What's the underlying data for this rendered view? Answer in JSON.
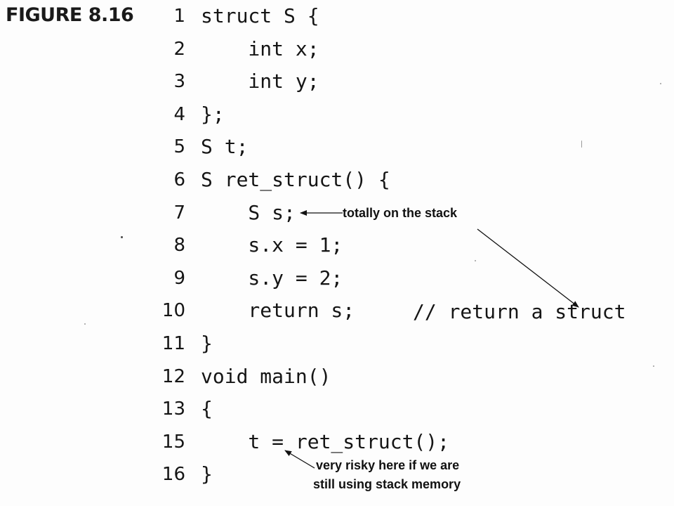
{
  "figure_label": "FIGURE 8.16",
  "code_lines": [
    {
      "no": "1",
      "code": "struct S {"
    },
    {
      "no": "2",
      "code": "    int x;"
    },
    {
      "no": "3",
      "code": "    int y;"
    },
    {
      "no": "4",
      "code": "};"
    },
    {
      "no": "5",
      "code": "S t;"
    },
    {
      "no": "6",
      "code": "S ret_struct() {"
    },
    {
      "no": "7",
      "code": "    S s;"
    },
    {
      "no": "8",
      "code": "    s.x = 1;"
    },
    {
      "no": "9",
      "code": "    s.y = 2;"
    },
    {
      "no": "10",
      "code": "    return s;"
    },
    {
      "no": "11",
      "code": "}"
    },
    {
      "no": "12",
      "code": "void main()"
    },
    {
      "no": "13",
      "code": "{"
    },
    {
      "no": "15",
      "code": "    t = ret_struct();"
    },
    {
      "no": "16",
      "code": "}"
    }
  ],
  "comment_line10": "// return a struct",
  "annotations": {
    "stack_note": "totally on the stack",
    "risky_note_line1": "very risky here if we are",
    "risky_note_line2": "still using stack memory"
  },
  "colors": {
    "ink": "#151515",
    "background": "#fdfdfd"
  }
}
